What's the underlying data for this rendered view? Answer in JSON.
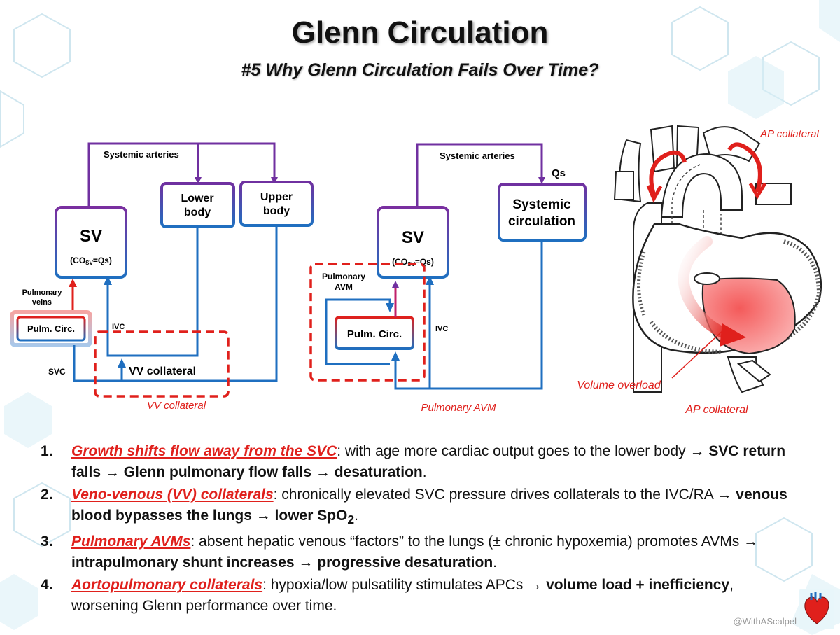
{
  "title": "Glenn Circulation",
  "subtitle": "#5 Why Glenn Circulation Fails Over Time?",
  "diagram1": {
    "systemic_arteries": "Systemic arteries",
    "sv": "SV",
    "co_prefix": "(CO",
    "co_sub": "SV",
    "co_suffix": "=Qs)",
    "lower_body_1": "Lower",
    "lower_body_2": "body",
    "upper_body_1": "Upper",
    "upper_body_2": "body",
    "pulm_veins_1": "Pulmonary",
    "pulm_veins_2": "veins",
    "pulm_circ": "Pulm. Circ.",
    "ivc": "IVC",
    "svc": "SVC",
    "vv_inner": "VV collateral",
    "vv_caption": "VV collateral"
  },
  "diagram2": {
    "systemic_arteries": "Systemic arteries",
    "qs": "Qs",
    "systemic_circ_1": "Systemic",
    "systemic_circ_2": "circulation",
    "sv": "SV",
    "co_prefix": "(CO",
    "co_sub": "SV",
    "co_suffix": "=Qs)",
    "pulm_avm_1": "Pulmonary",
    "pulm_avm_2": "AVM",
    "pulm_circ": "Pulm. Circ.",
    "ivc": "IVC",
    "avm_caption": "Pulmonary AVM"
  },
  "heart": {
    "ap_top": "AP collateral",
    "volume_overload": "Volume overload",
    "ap_bottom": "AP collateral"
  },
  "colors": {
    "purple": "#7030a0",
    "blue": "#1f6fc0",
    "red": "#e0201c"
  },
  "points": [
    {
      "num": "1.",
      "heading": "Growth shifts flow away from the SVC",
      "a": ": with age more cardiac output goes to the lower body → ",
      "b1": "SVC return falls → Glenn pulmonary flow falls → desaturation",
      "c": "."
    },
    {
      "num": "2.",
      "heading": "Veno-venous (VV) collaterals",
      "a": ": chronically elevated SVC pressure drives collaterals to the IVC/RA → ",
      "b1": "venous blood bypasses the lungs → lower SpO",
      "sub": "2",
      "c": "."
    },
    {
      "num": "3.",
      "heading": "Pulmonary AVMs",
      "a": ": absent hepatic venous “factors” to the lungs (± chronic hypoxemia) promotes AVMs → ",
      "b1": "intrapulmonary shunt increases → progressive desaturation",
      "c": "."
    },
    {
      "num": "4.",
      "heading": "Aortopulmonary collaterals",
      "a": ": hypoxia/low pulsatility stimulates APCs → ",
      "b1": "volume load + inefficiency",
      "c": ", worsening Glenn performance over time."
    }
  ],
  "handle": "@WithAScalpel"
}
